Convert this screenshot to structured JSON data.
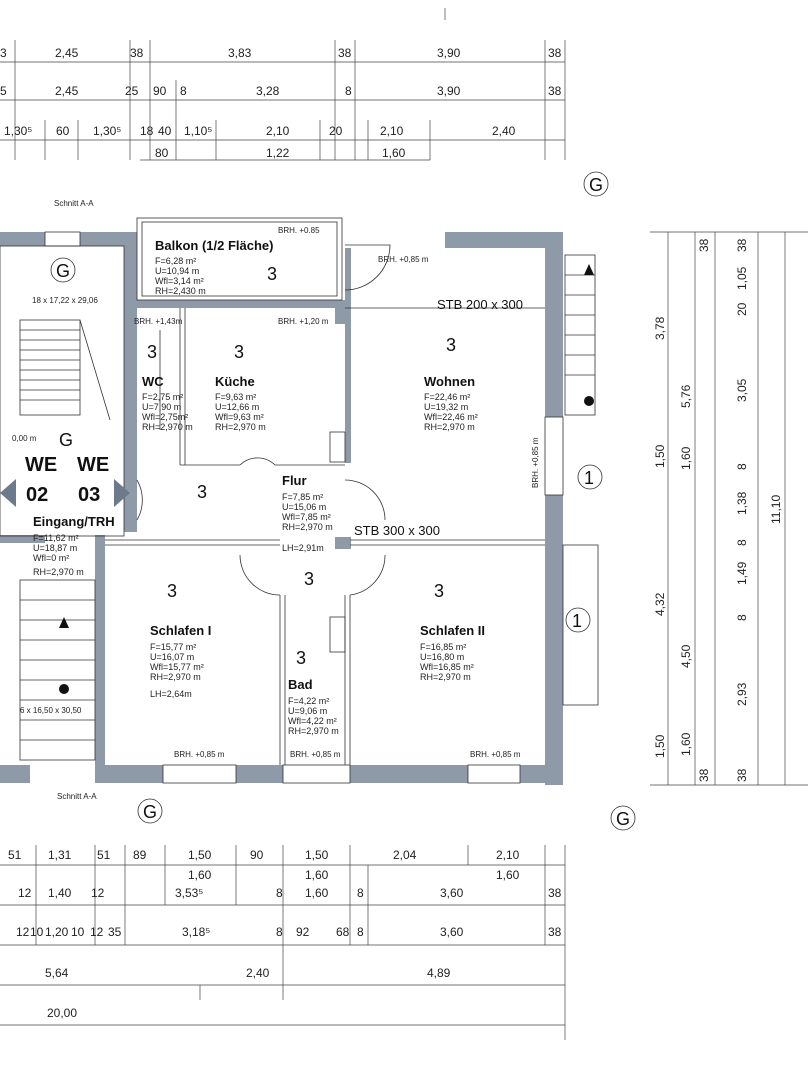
{
  "dimensions_top": {
    "row1": [
      "3",
      "2,45",
      "38",
      "3,83",
      "38",
      "3,90",
      "38"
    ],
    "row2": [
      "5",
      "2,45",
      "25",
      "90",
      "8",
      "3,28",
      "8",
      "3,90",
      "38"
    ],
    "row3": [
      "1,30⁵",
      "60",
      "1,30⁵",
      "18",
      "40",
      "1,10⁵",
      "2,10",
      "20",
      "2,10",
      "2,40"
    ],
    "row4": [
      "80",
      "1,22",
      "1,60"
    ]
  },
  "dimensions_bottom": {
    "row1": [
      "51",
      "1,31",
      "51",
      "89",
      "1,50",
      "90",
      "1,50",
      "2,04",
      "2,10"
    ],
    "row2": [
      "1,60",
      "1,60",
      "1,60"
    ],
    "row3": [
      "12",
      "1,40",
      "12",
      "3,53⁵",
      "8",
      "1,60",
      "8",
      "3,60",
      "38"
    ],
    "row4": [
      "12",
      "10",
      "1,20",
      "10",
      "12",
      "35",
      "3,18⁵",
      "8",
      "92",
      "68",
      "8",
      "3,60",
      "38"
    ],
    "row5": [
      "5,64",
      "2,40",
      "4,89"
    ],
    "row6": [
      "20,00"
    ]
  },
  "dimensions_right": {
    "col1": [
      "3,78",
      "1,50",
      "4,32",
      "1,50"
    ],
    "col2": [
      "5,76",
      "1,60",
      "4,50",
      "1,60"
    ],
    "col3": [
      "38",
      "1,05",
      "20",
      "3,05",
      "8",
      "1,38",
      "8",
      "1,49",
      "8",
      "2,93",
      "38"
    ],
    "col3_extra": [
      "38",
      "38"
    ],
    "total": "11,10"
  },
  "markers": {
    "g": "G",
    "schnitt_top": "Schnitt A-A",
    "schnitt_bottom": "Schnitt A-A",
    "window_1": "1"
  },
  "rooms": {
    "balkon": {
      "name": "Balkon (1/2 Fläche)",
      "num": "3",
      "lines": [
        "F=6,28 m²",
        "U=10,94 m",
        "Wfl=3,14 m²",
        "RH=2,430 m"
      ],
      "brh": "BRH. +0.85"
    },
    "wc": {
      "name": "WC",
      "num": "3",
      "lines": [
        "F=2,75 m²",
        "U=7,90 m",
        "Wfl=2,75m²",
        "RH=2,970 m"
      ]
    },
    "kueche": {
      "name": "Küche",
      "num": "3",
      "lines": [
        "F=9,63 m²",
        "U=12,66 m",
        "Wfl=9,63 m²",
        "RH=2,970 m"
      ]
    },
    "wohnen": {
      "name": "Wohnen",
      "num": "3",
      "lines": [
        "F=22,46 m²",
        "U=19,32 m",
        "Wfl=22,46 m²",
        "RH=2,970 m"
      ]
    },
    "flur": {
      "name": "Flur",
      "num": "3",
      "lines": [
        "F=7,85 m²",
        "U=15,06 m",
        "Wfl=7,85 m²",
        "RH=2,970 m"
      ],
      "lh": "LH=2,91m"
    },
    "schlafen1": {
      "name": "Schlafen I",
      "num": "3",
      "lines": [
        "F=15,77 m²",
        "U=16,07 m",
        "Wfl=15,77 m²",
        "RH=2,970 m"
      ],
      "lh": "LH=2,64m"
    },
    "schlafen2": {
      "name": "Schlafen II",
      "num": "3",
      "lines": [
        "F=16,85 m²",
        "U=16,80 m",
        "Wfl=16,85 m²",
        "RH=2,970 m"
      ]
    },
    "bad": {
      "name": "Bad",
      "num": "3",
      "lines": [
        "F=4,22 m²",
        "U=9,06 m",
        "Wfl=4,22 m²",
        "RH=2,970 m"
      ]
    },
    "eingang": {
      "name": "Eingang/TRH",
      "lines": [
        "F=11,62 m²",
        "U=18,87 m",
        "Wfl=0 m²",
        "RH=2,970 m"
      ]
    },
    "middle_num": "3"
  },
  "annotations": {
    "stb_top": "STB 200 x 300",
    "stb_mid": "STB 300 x 300",
    "stair_top": "18 x 17,22 x 29,06",
    "stair_bottom": "6 x 16,50 x 30,50",
    "level": "0,00 m",
    "we_left": "WE",
    "we_left_num": "02",
    "we_right": "WE",
    "we_right_num": "03",
    "brh_1": "BRH. +1,43m",
    "brh_2": "BRH. +1,20 m",
    "brh_3": "BRH. +0,85 m",
    "brh_side": "BRH. +0,85 m",
    "brh_s1": "BRH. +0,85 m",
    "brh_bad": "BRH. +0,85 m",
    "brh_s2": "BRH. +0,85 m"
  }
}
